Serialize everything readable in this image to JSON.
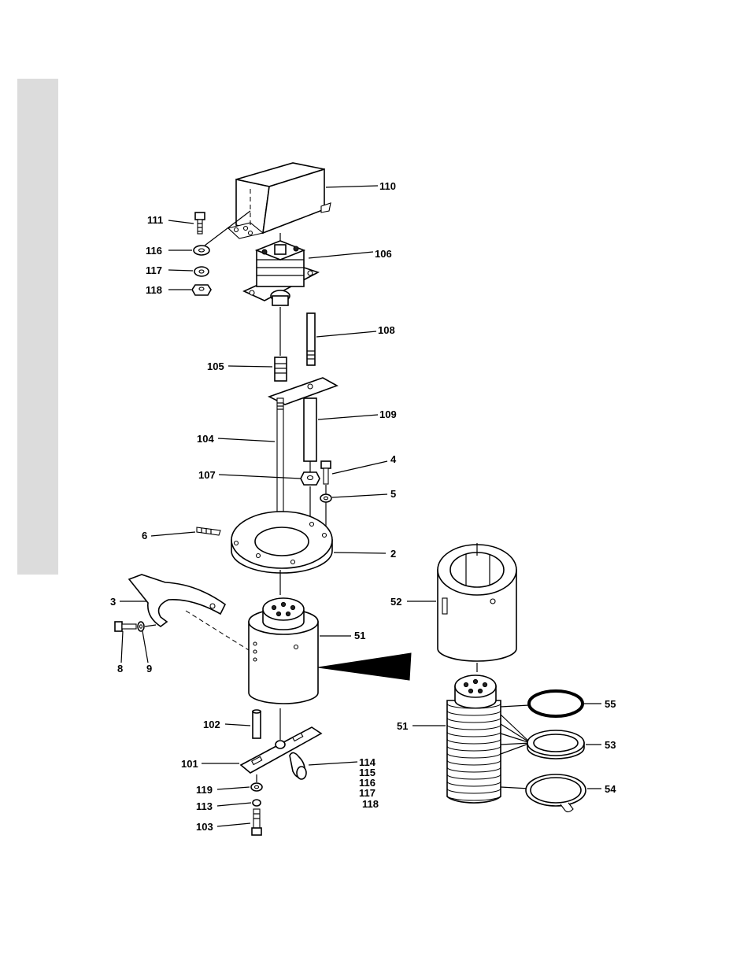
{
  "colors": {
    "side_tab": "#dcdcdc",
    "ink": "#000000"
  },
  "labels": {
    "p110": "110",
    "p111": "111",
    "p116a": "116",
    "p117a": "117",
    "p118a": "118",
    "p106": "106",
    "p108": "108",
    "p105": "105",
    "p109": "109",
    "p104": "104",
    "p4": "4",
    "p107": "107",
    "p5": "5",
    "p6": "6",
    "p2": "2",
    "p52": "52",
    "p3": "3",
    "p51a": "51",
    "p8": "8",
    "p9": "9",
    "p55": "55",
    "p51b": "51",
    "p53": "53",
    "p102": "102",
    "p101": "101",
    "p114": "114",
    "p115": "115",
    "p116b": "116",
    "p117b": "117",
    "p118b": "118",
    "p54": "54",
    "p119": "119",
    "p113": "113",
    "p103": "103"
  }
}
